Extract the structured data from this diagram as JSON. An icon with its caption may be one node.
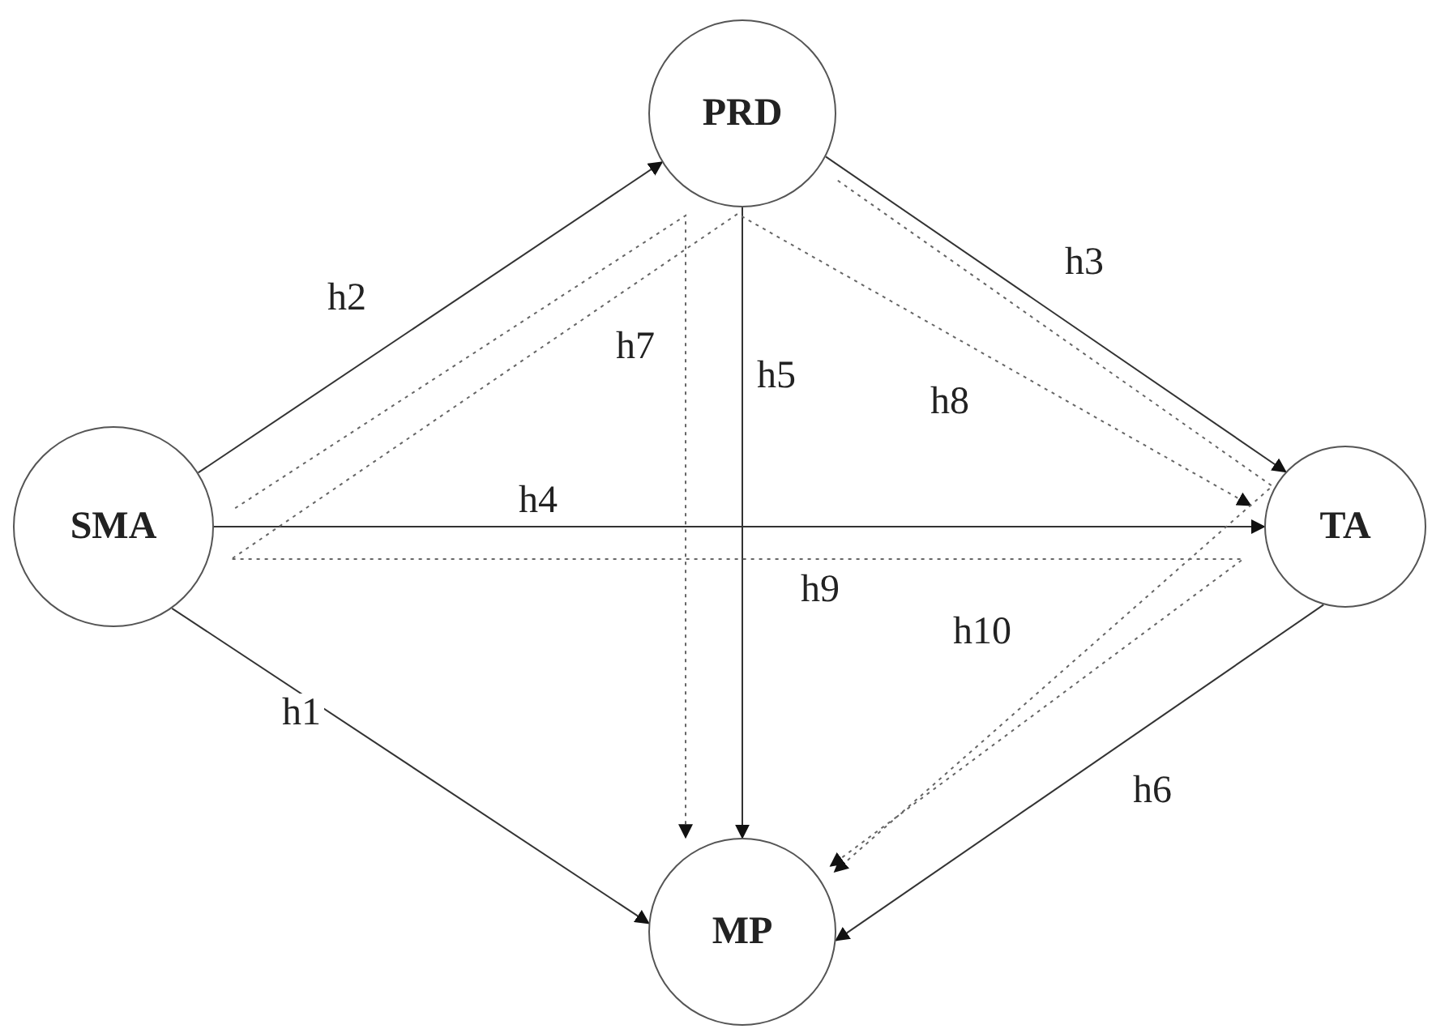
{
  "diagram": {
    "nodes": [
      {
        "text": [
          "SMA"
        ]
      },
      {
        "text": [
          "PRD"
        ]
      },
      {
        "text": [
          "TA"
        ]
      },
      {
        "text": [
          "MP"
        ]
      }
    ],
    "edges": [
      {
        "from": 0,
        "to": 3,
        "arrow": "to",
        "label": "h1"
      },
      {
        "from": 0,
        "to": 1,
        "arrow": "to",
        "label": "h2"
      },
      {
        "from": 1,
        "to": 2,
        "arrow": "to",
        "label": "h3"
      },
      {
        "from": 0,
        "to": 2,
        "arrow": "to",
        "label": "h4"
      },
      {
        "from": 1,
        "to": 3,
        "arrow": "to",
        "label": "h5"
      },
      {
        "from": 2,
        "to": 3,
        "arrow": "to",
        "label": "h6"
      },
      {
        "from": 0,
        "to": 3,
        "arrow": "to",
        "label": "h7",
        "style": "dashed"
      },
      {
        "from": 0,
        "to": 2,
        "arrow": "to",
        "label": "h8",
        "style": "dashed"
      },
      {
        "from": 0,
        "to": 3,
        "arrow": "to",
        "label": "h9",
        "style": "dashed"
      },
      {
        "from": 1,
        "to": 3,
        "arrow": "to",
        "label": "h10",
        "style": "dashed"
      }
    ]
  }
}
